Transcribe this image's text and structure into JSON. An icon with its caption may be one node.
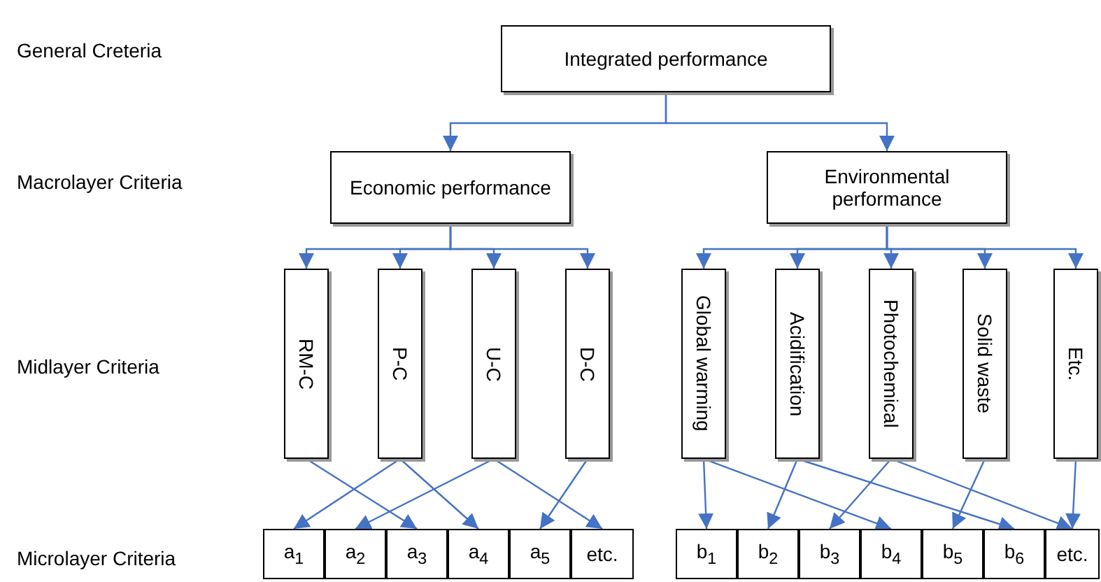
{
  "diagram": {
    "nodes": [
      {
        "text": [
          "Integrated performance"
        ]
      },
      {
        "text": [
          "Economic performance"
        ]
      },
      {
        "text": [
          "Environmental performance"
        ]
      },
      {
        "text": [
          "RM-C"
        ]
      },
      {
        "text": [
          "P-C"
        ]
      },
      {
        "text": [
          "U-C"
        ]
      },
      {
        "text": [
          "D-C"
        ]
      },
      {
        "text": [
          "Global warming"
        ]
      },
      {
        "text": [
          "Acidification"
        ]
      },
      {
        "text": [
          "Photochemical"
        ]
      },
      {
        "text": [
          "Solid waste"
        ]
      },
      {
        "text": [
          "Etc."
        ]
      },
      {
        "text": [
          "a$_{1}$"
        ]
      },
      {
        "text": [
          "a$_{2}$"
        ]
      },
      {
        "text": [
          "a$_{3}$"
        ]
      },
      {
        "text": [
          "a$_{4}$"
        ]
      },
      {
        "text": [
          "a$_{5}$"
        ]
      },
      {
        "text": [
          "etc."
        ]
      },
      {
        "text": [
          "b$_{1}$"
        ]
      },
      {
        "text": [
          "b$_{2}$"
        ]
      },
      {
        "text": [
          "b$_{3}$"
        ]
      },
      {
        "text": [
          "b$_{4}$"
        ]
      },
      {
        "text": [
          "b$_{5}$"
        ]
      },
      {
        "text": [
          "b$_{6}$"
        ]
      },
      {
        "text": [
          "etc."
        ]
      }
    ],
    "edges": [
      {
        "from": 0,
        "to": 1,
        "arrow": "to"
      },
      {
        "from": 0,
        "to": 2,
        "arrow": "to"
      },
      {
        "from": 1,
        "to": 3,
        "arrow": "to"
      },
      {
        "from": 1,
        "to": 4,
        "arrow": "to"
      },
      {
        "from": 1,
        "to": 5,
        "arrow": "to"
      },
      {
        "from": 1,
        "to": 6,
        "arrow": "to"
      },
      {
        "from": 2,
        "to": 7,
        "arrow": "to"
      },
      {
        "from": 2,
        "to": 8,
        "arrow": "to"
      },
      {
        "from": 2,
        "to": 9,
        "arrow": "to"
      },
      {
        "from": 2,
        "to": 10,
        "arrow": "to"
      },
      {
        "from": 2,
        "to": 11,
        "arrow": "to"
      },
      {
        "from": 3,
        "to": 14,
        "arrow": "to"
      },
      {
        "from": 4,
        "to": 12,
        "arrow": "to"
      },
      {
        "from": 4,
        "to": 15,
        "arrow": "to"
      },
      {
        "from": 5,
        "to": 13,
        "arrow": "to"
      },
      {
        "from": 5,
        "to": 17,
        "arrow": "to"
      },
      {
        "from": 6,
        "to": 16,
        "arrow": "to"
      },
      {
        "from": 7,
        "to": 18,
        "arrow": "to"
      },
      {
        "from": 7,
        "to": 21,
        "arrow": "to"
      },
      {
        "from": 8,
        "to": 19,
        "arrow": "to"
      },
      {
        "from": 8,
        "to": 23,
        "arrow": "to"
      },
      {
        "from": 9,
        "to": 20,
        "arrow": "to"
      },
      {
        "from": 9,
        "to": 24,
        "arrow": "to"
      },
      {
        "from": 10,
        "to": 22,
        "arrow": "to"
      },
      {
        "from": 11,
        "to": 24,
        "arrow": "to"
      }
    ],
    "labels": [
      "General Creteria",
      "Macrolayer Criteria",
      "Midlayer Criteria",
      "Microlayer Criteria"
    ]
  }
}
